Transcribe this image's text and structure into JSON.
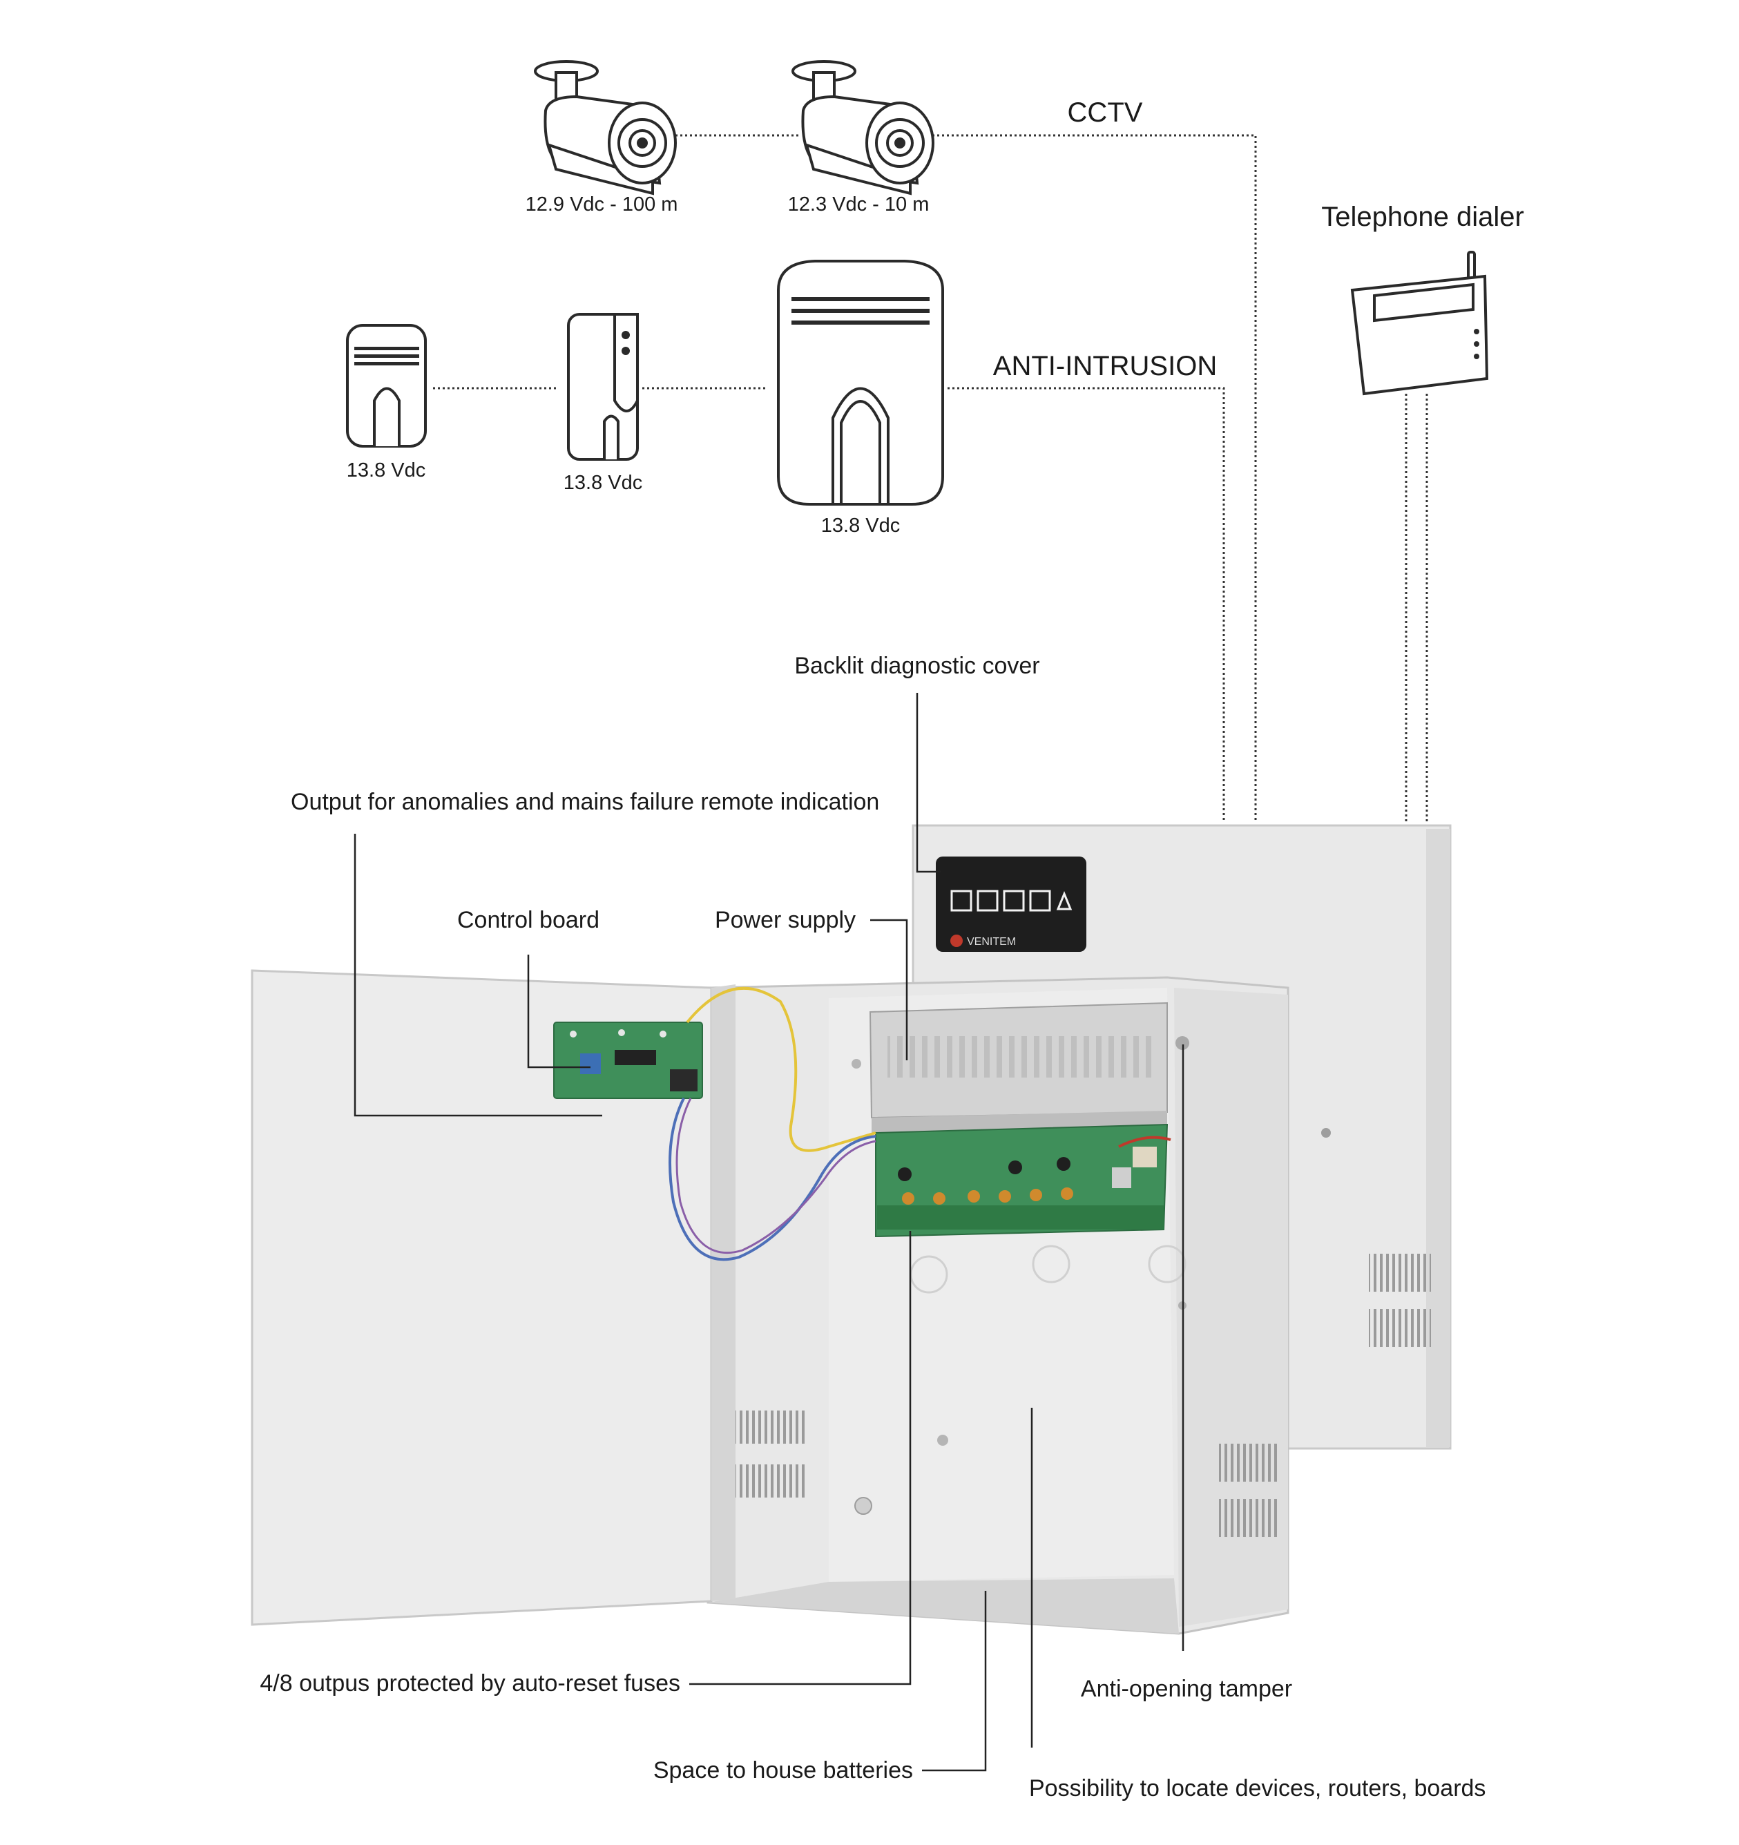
{
  "groups": {
    "cctv": "CCTV",
    "anti_intrusion": "ANTI-INTRUSION"
  },
  "cameras": [
    {
      "label": "12.9 Vdc - 100 m"
    },
    {
      "label": "12.3 Vdc - 10 m"
    }
  ],
  "detectors": [
    {
      "label": "13.8 Vdc"
    },
    {
      "label": "13.8 Vdc"
    },
    {
      "label": "13.8 Vdc"
    }
  ],
  "telephone_dialer": "Telephone dialer",
  "callouts": {
    "backlit_cover": "Backlit diagnostic cover",
    "output_anomalies": "Output for anomalies and mains failure remote indication",
    "control_board": "Control board",
    "power_supply": "Power supply",
    "outputs_fuses": "4/8 outpus protected by auto-reset fuses",
    "anti_opening_tamper": "Anti-opening tamper",
    "battery_space": "Space to house batteries",
    "devices_space": "Possibility to locate devices, routers, boards"
  },
  "brand": "VENITEM",
  "colors": {
    "cabinet": "#ebebeb",
    "cabinet_shadow": "#d6d6d6",
    "pcb": "#3f8f5a",
    "wire_yellow": "#e4c43a",
    "wire_blue": "#4d6fb8",
    "brand_red": "#c0392b"
  }
}
